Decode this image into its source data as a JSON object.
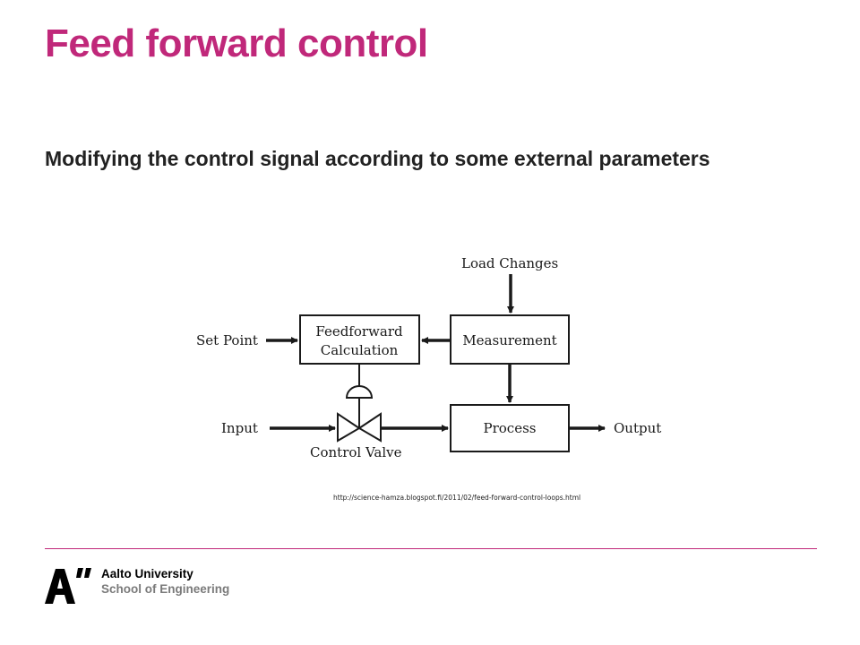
{
  "slide": {
    "title": "Feed forward control",
    "subtitle": "Modifying the control signal according to some external parameters",
    "source_url": "http://science-hamza.blogspot.fi/2011/02/feed-forward-control-loops.html"
  },
  "diagram": {
    "nodes": {
      "feedforward_line1": "Feedforward",
      "feedforward_line2": "Calculation",
      "measurement": "Measurement",
      "process": "Process"
    },
    "labels": {
      "load_changes": "Load Changes",
      "set_point": "Set Point",
      "input": "Input",
      "control_valve": "Control Valve",
      "output": "Output"
    },
    "edges": [
      {
        "from": "Load Changes",
        "to": "Measurement"
      },
      {
        "from": "Set Point",
        "to": "Feedforward Calculation"
      },
      {
        "from": "Measurement",
        "to": "Feedforward Calculation"
      },
      {
        "from": "Measurement",
        "to": "Process"
      },
      {
        "from": "Feedforward Calculation",
        "to": "Control Valve"
      },
      {
        "from": "Input",
        "to": "Control Valve"
      },
      {
        "from": "Control Valve",
        "to": "Process"
      },
      {
        "from": "Process",
        "to": "Output"
      }
    ]
  },
  "footer": {
    "logo_text": "A”",
    "university": "Aalto University",
    "school": "School of Engineering"
  },
  "colors": {
    "title": "#c0287a",
    "divider": "#c0287a",
    "text": "#222222",
    "school": "#7a7a7a"
  }
}
